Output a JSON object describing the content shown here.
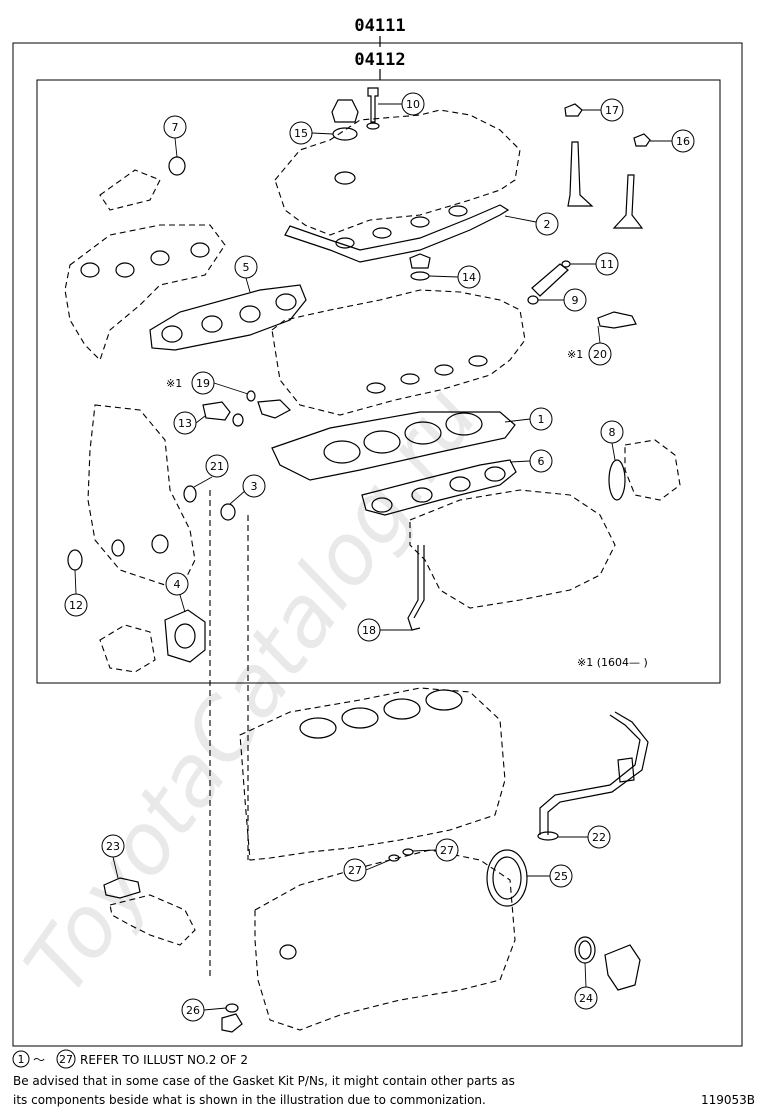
{
  "header": {
    "kit_outer": "04111",
    "kit_inner": "04112"
  },
  "callouts": {
    "c1": "1",
    "c2": "2",
    "c3": "3",
    "c4": "4",
    "c5": "5",
    "c6": "6",
    "c7": "7",
    "c8": "8",
    "c9": "9",
    "c10": "10",
    "c11": "11",
    "c12": "12",
    "c13": "13",
    "c14": "14",
    "c15": "15",
    "c16": "16",
    "c17": "17",
    "c18": "18",
    "c19": "19",
    "c20": "20",
    "c21": "21",
    "c22": "22",
    "c23": "23",
    "c24": "24",
    "c25": "25",
    "c26": "26",
    "c27a": "27",
    "c27b": "27"
  },
  "markers": {
    "note_19": "※1",
    "note_20": "※1",
    "date_range": "※1 (1604—      )"
  },
  "footer": {
    "range_start": "1",
    "range_tilde": "～",
    "range_end": "27",
    "refer_text": "REFER TO ILLUST NO.2 OF 2",
    "note_line1": "Be advised that in some case of the Gasket Kit P/Ns,  it might contain other parts as",
    "note_line2": "its components beside what is shown in the illustration due to commonization.",
    "figure_id": "119053B"
  },
  "watermark": {
    "text": "ToyotaCatalog.ru"
  }
}
